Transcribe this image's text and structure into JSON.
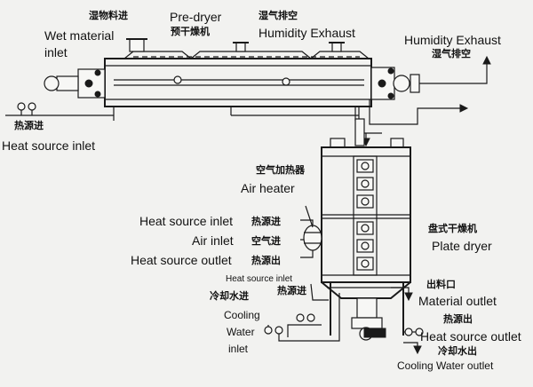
{
  "labels": {
    "wet_material_zh": "湿物料进",
    "wet_material_en_1": "Wet material",
    "wet_material_en_2": "inlet",
    "predryer_en": "Pre-dryer",
    "predryer_zh": "预干燥机",
    "humidity1_zh": "湿气排空",
    "humidity1_en": "Humidity Exhaust",
    "humidity2_en": "Humidity Exhaust",
    "humidity2_zh": "湿气排空",
    "heat_inlet_top_zh": "热源进",
    "heat_inlet_top_en": "Heat source inlet",
    "air_heater_zh": "空气加热器",
    "air_heater_en": "Air heater",
    "heat_inlet_mid_en": "Heat source inlet",
    "heat_inlet_mid_zh": "热源进",
    "air_inlet_en": "Air inlet",
    "air_inlet_zh": "空气进",
    "heat_outlet_mid_en": "Heat source outlet",
    "heat_outlet_mid_zh": "热源出",
    "plate_dryer_zh": "盘式干燥机",
    "plate_dryer_en": "Plate dryer",
    "heat_inlet_small_en": "Heat source inlet",
    "heat_inlet_small_zh": "热源进",
    "cooling_in_zh": "冷却水进",
    "cooling_in_en_1": "Cooling",
    "cooling_in_en_2": "Water",
    "cooling_in_en_3": "inlet",
    "material_outlet_zh": "出料口",
    "material_outlet_en": "Material outlet",
    "heat_outlet_bot_zh": "热源出",
    "heat_outlet_bot_en": "Heat source outlet",
    "cooling_out_zh": "冷却水出",
    "cooling_out_en": "Cooling Water outlet"
  }
}
